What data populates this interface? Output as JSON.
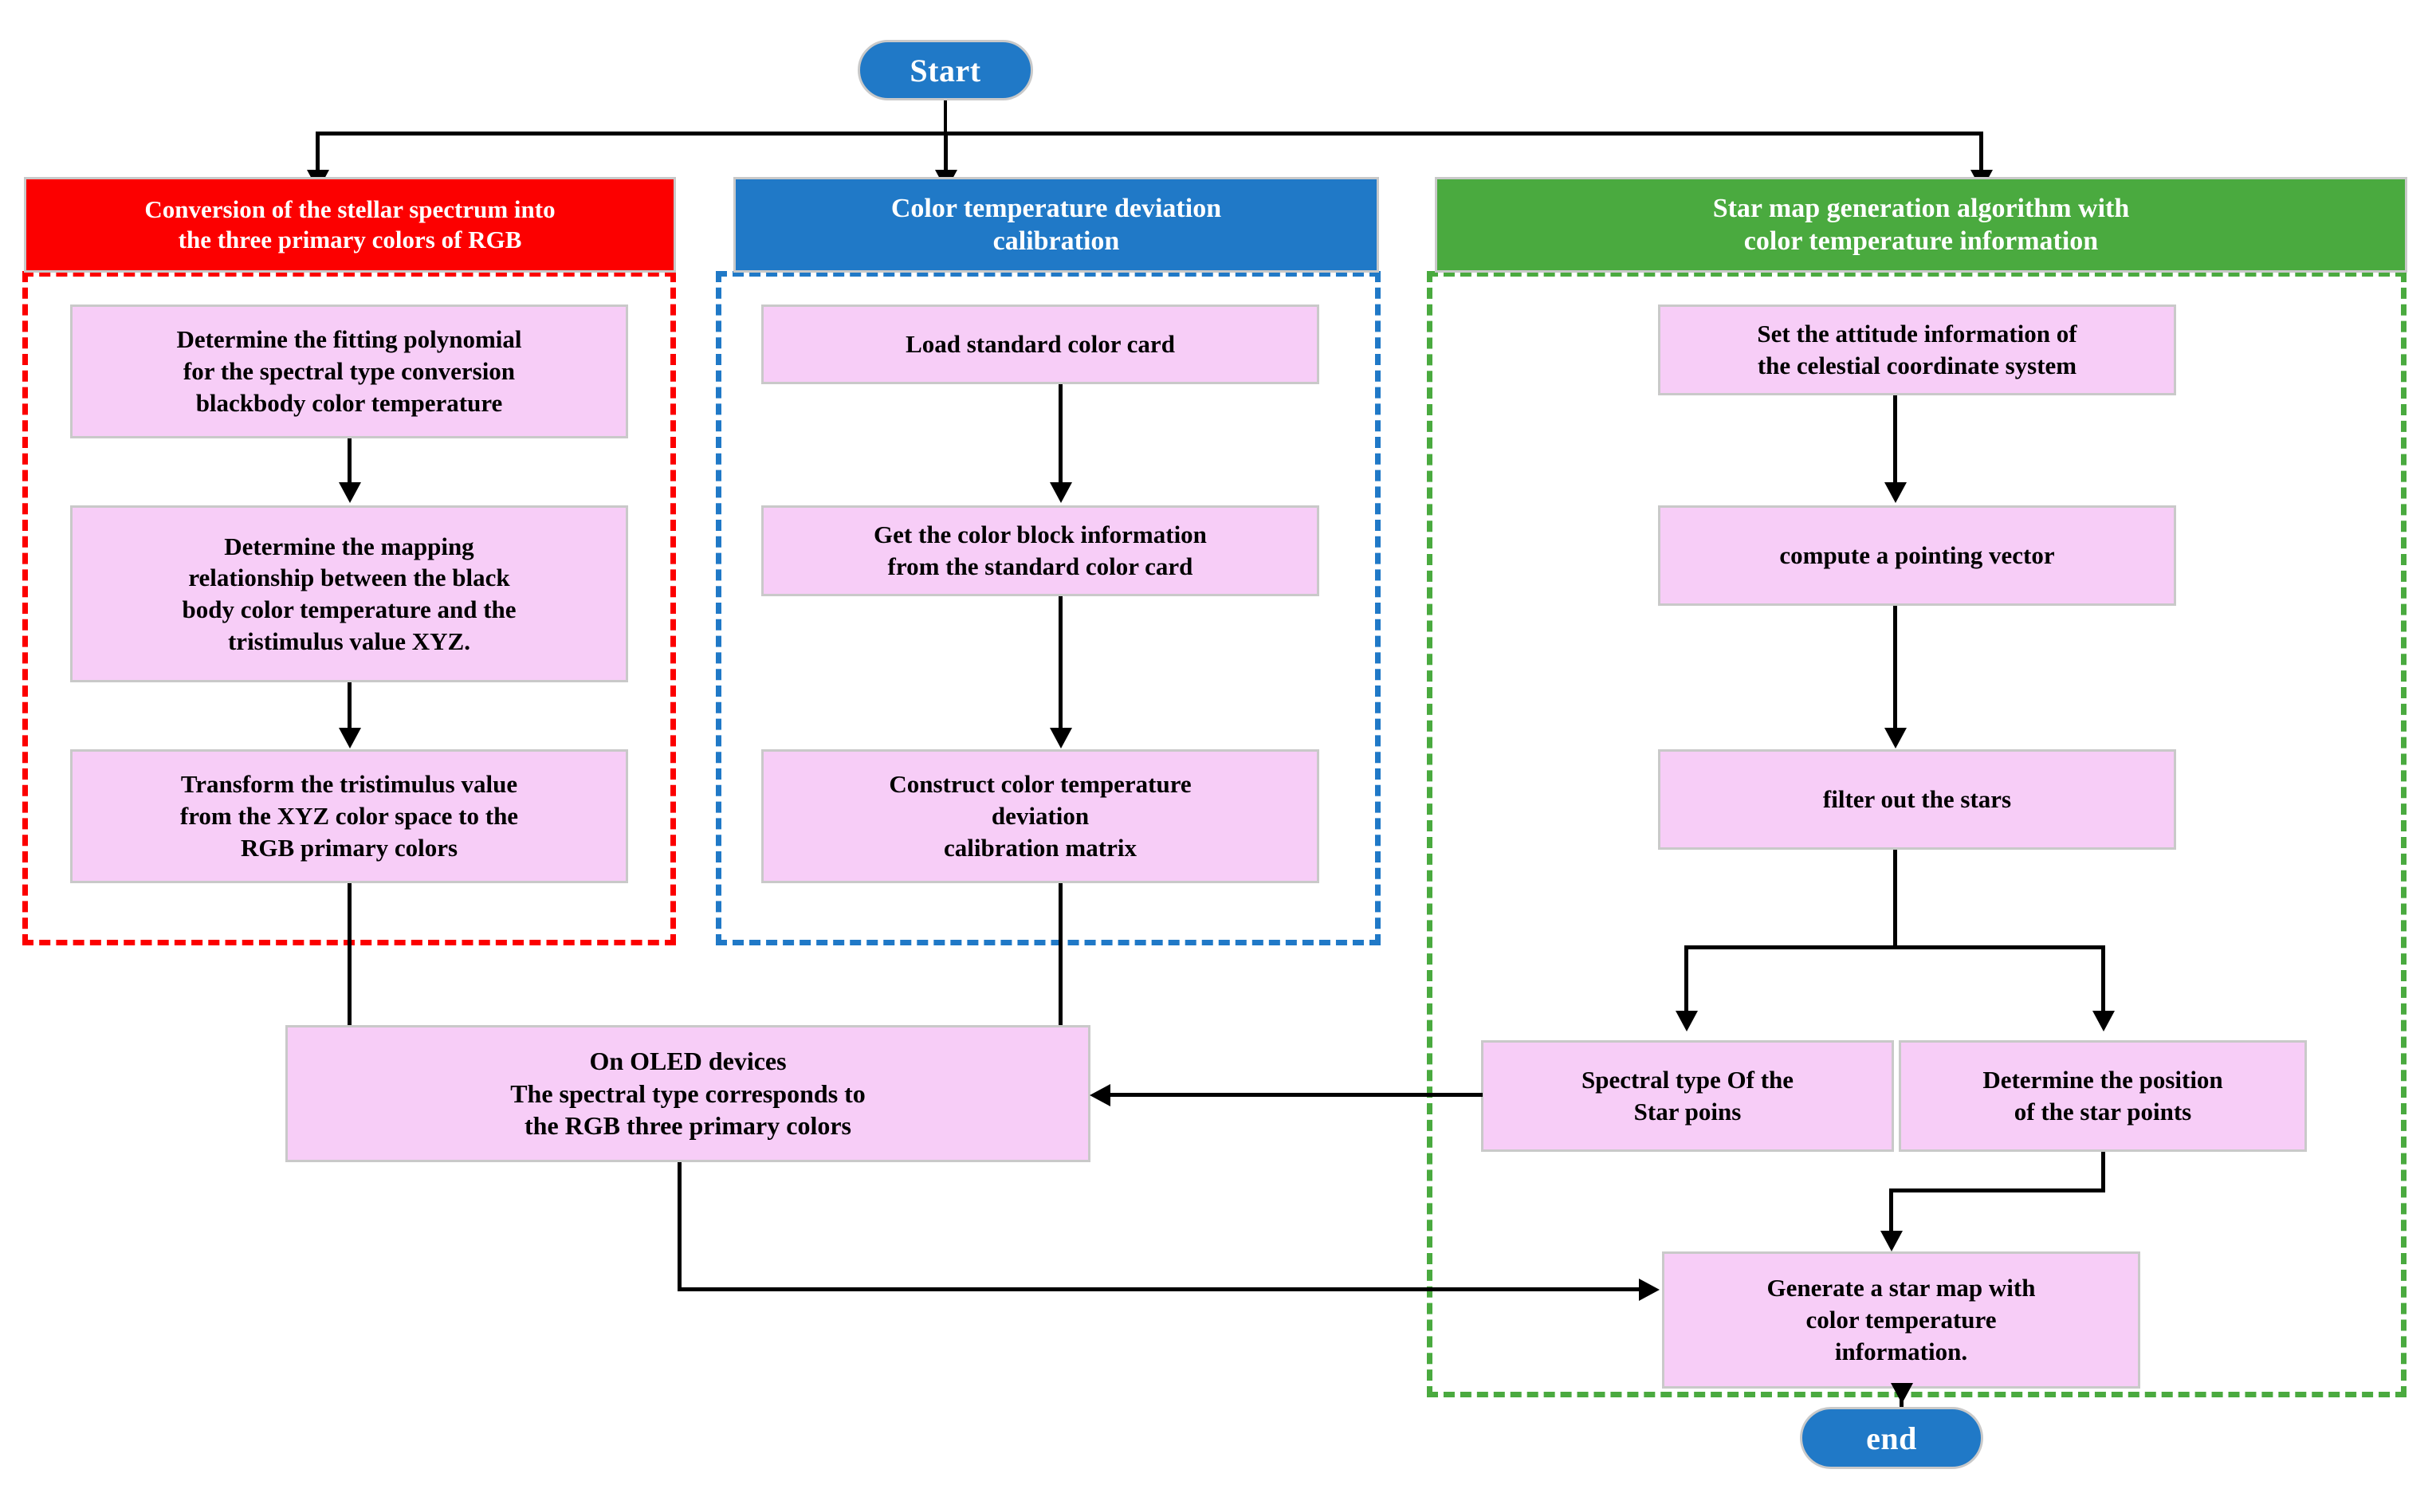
{
  "diagram": {
    "title_start": "Start",
    "title_end": "end"
  },
  "terminators": {
    "start": "Start",
    "end": "end"
  },
  "sections": [
    {
      "id": "rgb-conversion",
      "banner": "Conversion of the stellar spectrum into\nthe three primary colors of RGB",
      "banner_line1": "Conversion of the stellar spectrum into",
      "banner_line2": "the three primary colors of RGB",
      "color": "#fc0000",
      "steps": [
        "Determine the fitting polynomial\nfor the spectral type conversion\nblackbody color temperature",
        "Determine the mapping\nrelationship between the black\nbody color temperature and the\ntristimulus value XYZ.",
        "Transform the tristimulus value\nfrom the XYZ color space to the\nRGB primary colors"
      ]
    },
    {
      "id": "color-temp-calibration",
      "banner": "Color temperature deviation\ncalibration",
      "banner_line1": "Color temperature deviation",
      "banner_line2": "calibration",
      "color": "#2079c7",
      "steps": [
        "Load standard color card",
        "Get the color block information\nfrom the standard color card",
        "Construct color temperature\ndeviation\ncalibration matrix"
      ]
    },
    {
      "id": "star-map-generation",
      "banner": "Star map generation algorithm with\ncolor temperature information",
      "banner_line1": "Star map generation algorithm with",
      "banner_line2": "color temperature information",
      "color": "#4aaa3f",
      "steps": [
        "Set the attitude information of\nthe celestial coordinate system",
        "compute a pointing vector",
        "filter out the stars",
        "Spectral type Of the\nStar poins",
        "Determine the position\nof the star points",
        "Generate a star map with\ncolor temperature\ninformation."
      ]
    }
  ],
  "merge_node": {
    "label": "On OLED devices\nThe spectral type corresponds to\nthe RGB three primary colors",
    "line1": "On OLED devices",
    "line2": "The spectral type corresponds to",
    "line3": "the RGB three primary colors"
  },
  "palette": {
    "node_fill": "#f7cdf7",
    "node_border": "#c9c9c9",
    "terminator_fill": "#2079c7",
    "red": "#fc0000",
    "blue": "#2079c7",
    "green": "#4aaa3f",
    "connector": "#000000",
    "background": "#ffffff"
  }
}
